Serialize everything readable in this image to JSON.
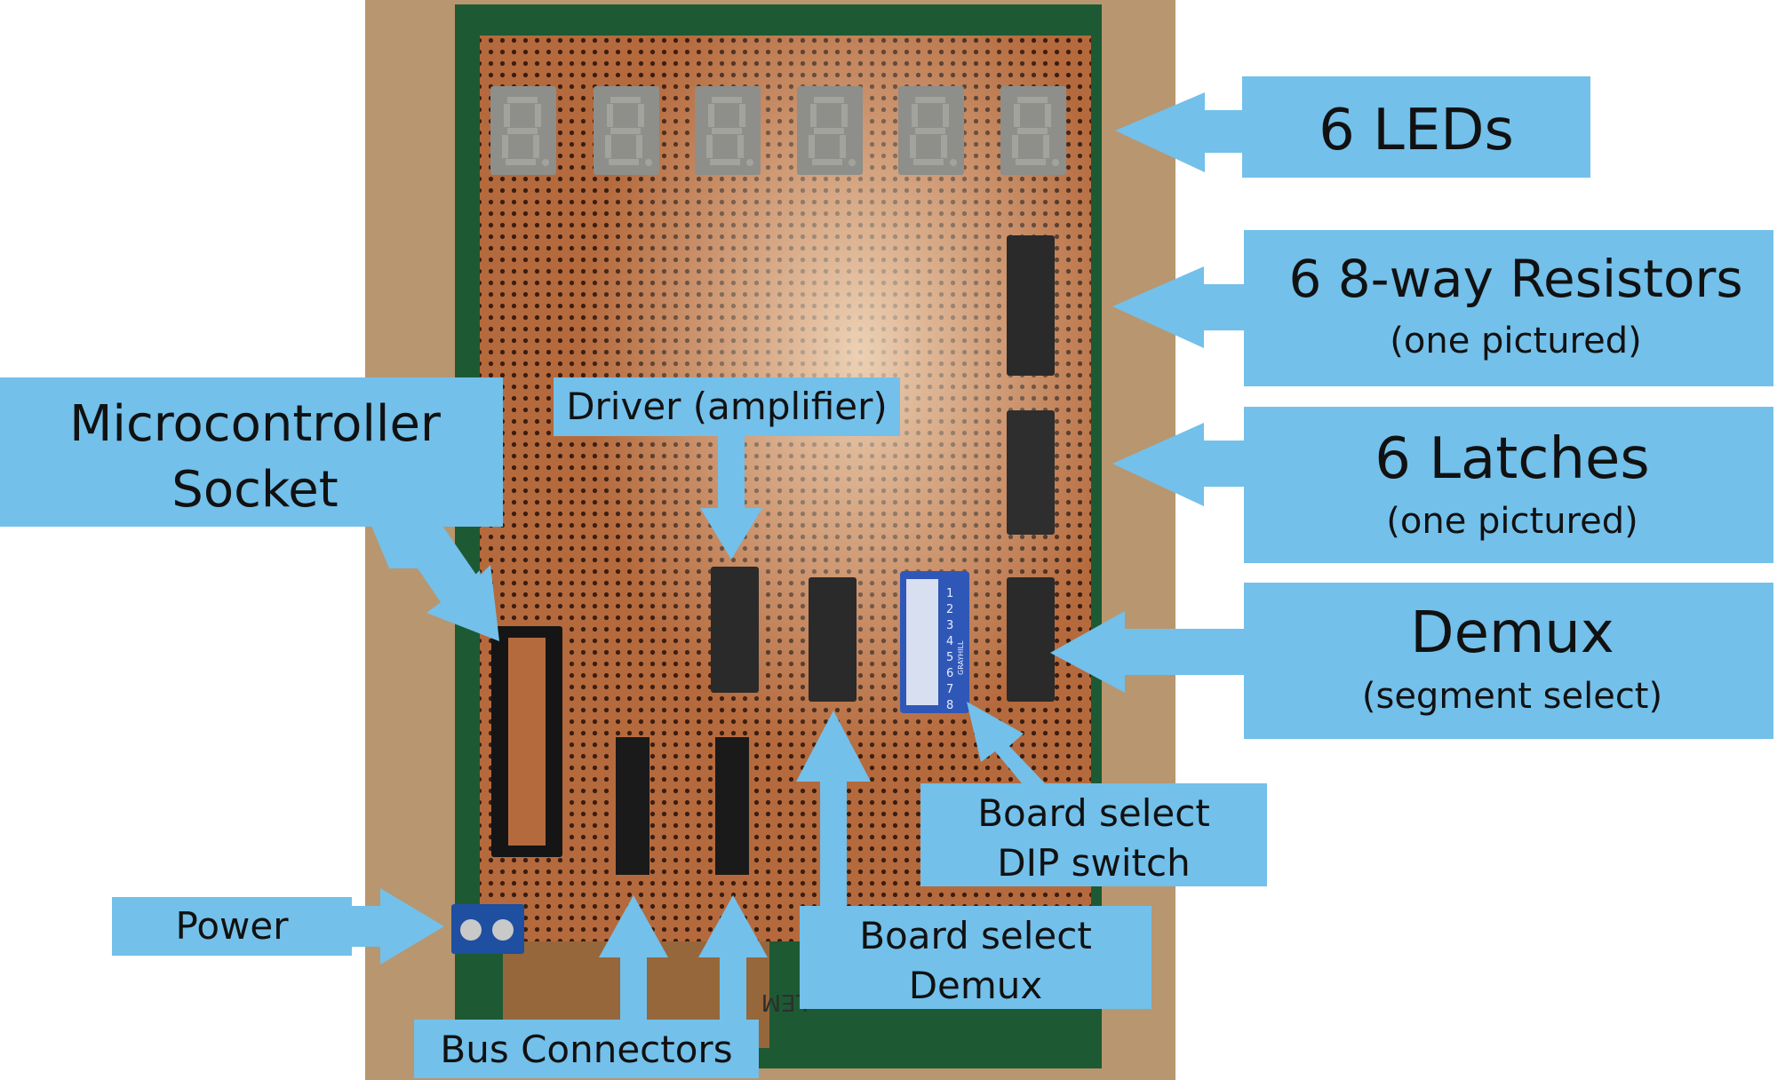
{
  "colors": {
    "callout": "#73c0ea",
    "board": "#1d5a34",
    "copper": "#b56a3d",
    "background": "#b8966f",
    "chip": "#2a2a2a",
    "led": "#8e8e8a",
    "dip_switch": "#2f57b8"
  },
  "labels": {
    "leds": "6 LEDs",
    "resistors_title": "6 8-way Resistors",
    "resistors_sub": "(one pictured)",
    "latches_title": "6 Latches",
    "latches_sub": "(one pictured)",
    "demux_title": "Demux",
    "demux_sub": "(segment select)",
    "micro_line1": "Microcontroller",
    "micro_line2": "Socket",
    "driver": "Driver (amplifier)",
    "dip_line1": "Board select",
    "dip_line2": "DIP switch",
    "bsdemux_line1": "Board select",
    "bsdemux_line2": "Demux",
    "power": "Power",
    "bus": "Bus Connectors"
  },
  "photo": {
    "dip_numbers": [
      "1",
      "2",
      "3",
      "4",
      "5",
      "6",
      "7",
      "8"
    ],
    "dip_brand": "GRAYHILL",
    "pcb_text": "LEM"
  },
  "icons": {
    "arrow": "callout-arrow",
    "led_digit": "seven-segment-digit",
    "screw": "screw-terminal"
  }
}
